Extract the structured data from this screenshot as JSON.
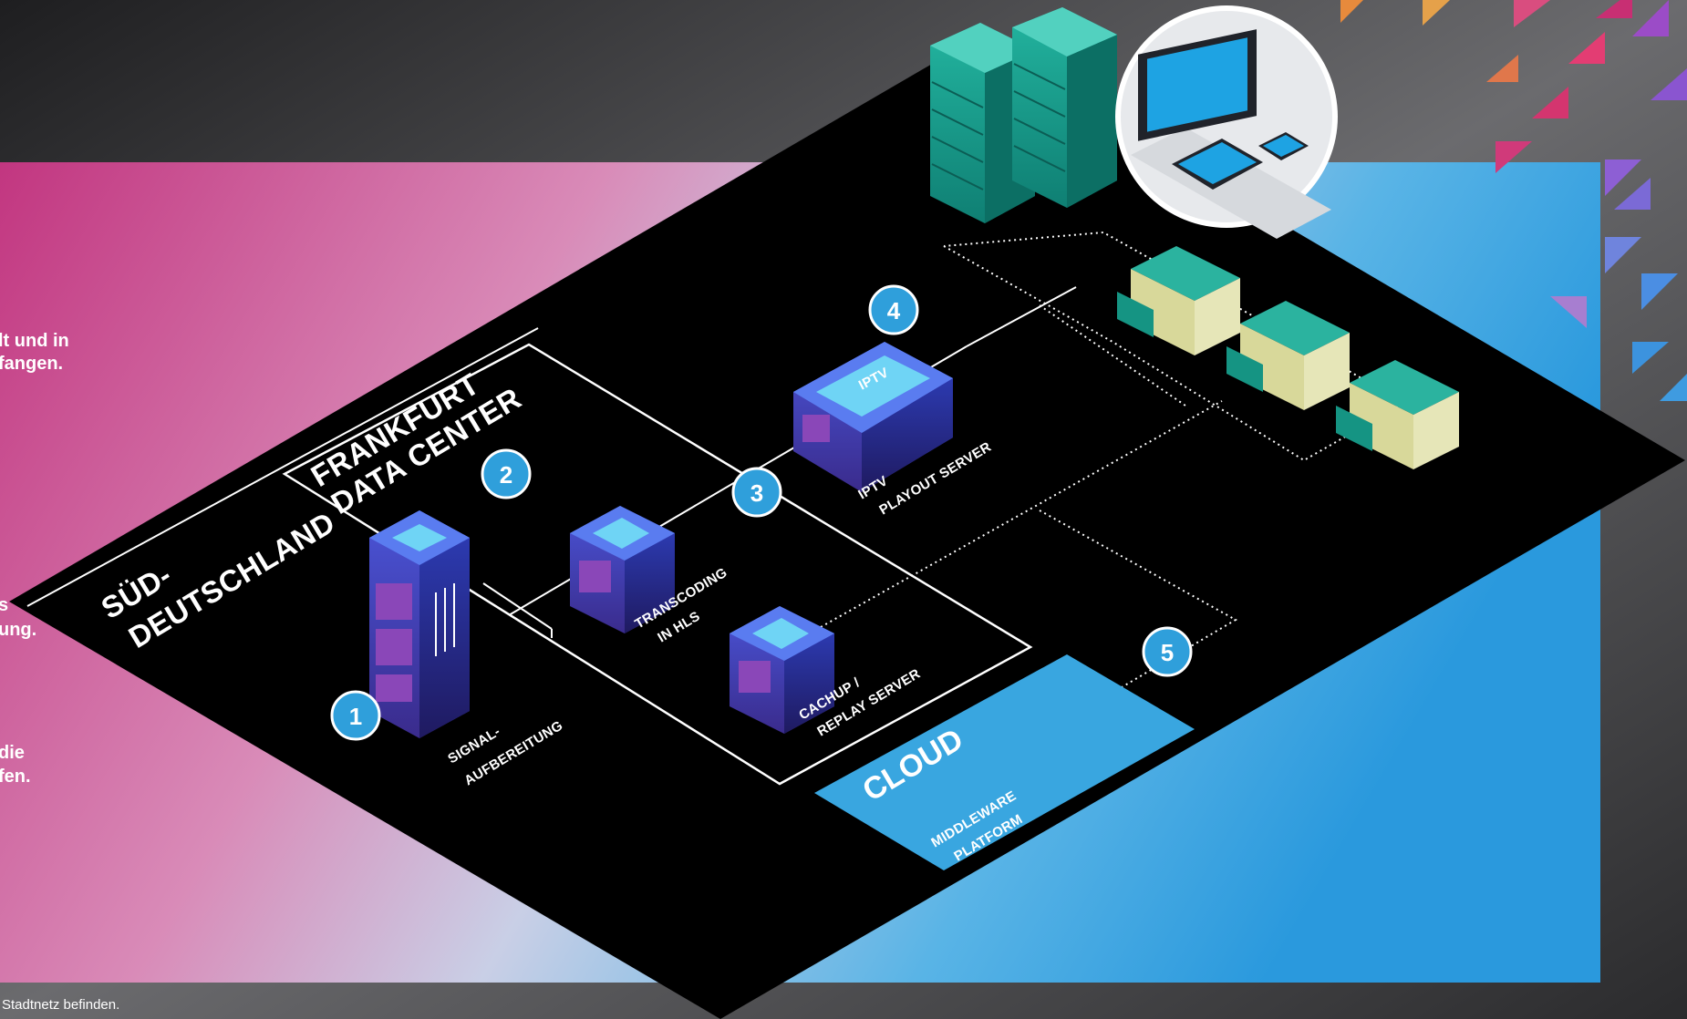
{
  "regions": {
    "south_germany": [
      "SÜD-",
      "DEUTSCHLAND"
    ],
    "frankfurt": [
      "FRANKFURT",
      "DATA CENTER"
    ],
    "cloud": "CLOUD"
  },
  "components": {
    "signal": [
      "SIGNAL-",
      "AUFBEREITUNG"
    ],
    "transcoding": [
      "TRANSCODING",
      "IN HLS"
    ],
    "catchup": [
      "CACHUP /",
      "REPLAY SERVER"
    ],
    "playout": [
      "IPTV",
      "PLAYOUT SERVER"
    ],
    "middleware": [
      "MIDDLEWARE",
      "PLATFORM"
    ],
    "iptv_box": "IPTV"
  },
  "steps": [
    "1",
    "2",
    "3",
    "4",
    "5"
  ],
  "side_text": [
    "lt und in",
    "fangen.",
    "s",
    "ung.",
    "die",
    "fen."
  ],
  "footer": "Stadtnetz befinden.",
  "colors": {
    "pink": "#c8317a",
    "blue_bg": "#3aa4dd",
    "badge": "#2f9fdb",
    "cloud": "#39a6e0",
    "server_top": "#5b5fd8",
    "server_side": "#2e2f8a",
    "teal": "#1aa593",
    "house_roof": "#2bb39f"
  }
}
